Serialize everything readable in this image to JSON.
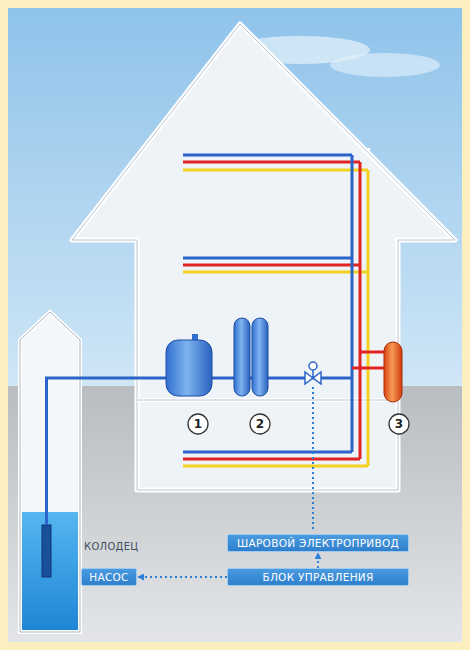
{
  "diagram": {
    "nodes": [
      {
        "text": [
          "1"
        ]
      },
      {
        "text": [
          "2"
        ]
      },
      {
        "text": [
          "3"
        ]
      },
      {
        "text": [
          "ШАРОВОЙ ЭЛЕКТРОПРИВОД"
        ]
      },
      {
        "text": [
          "НАСОС"
        ]
      },
      {
        "text": [
          "БЛОК УПРАВЛЕНИЯ"
        ]
      }
    ],
    "edges": [
      {
        "from": 5,
        "to": 4,
        "arrow": "to"
      },
      {
        "from": 5,
        "to": 3,
        "arrow": "to"
      }
    ],
    "labels": [
      "КОЛОДЕЦ"
    ]
  }
}
